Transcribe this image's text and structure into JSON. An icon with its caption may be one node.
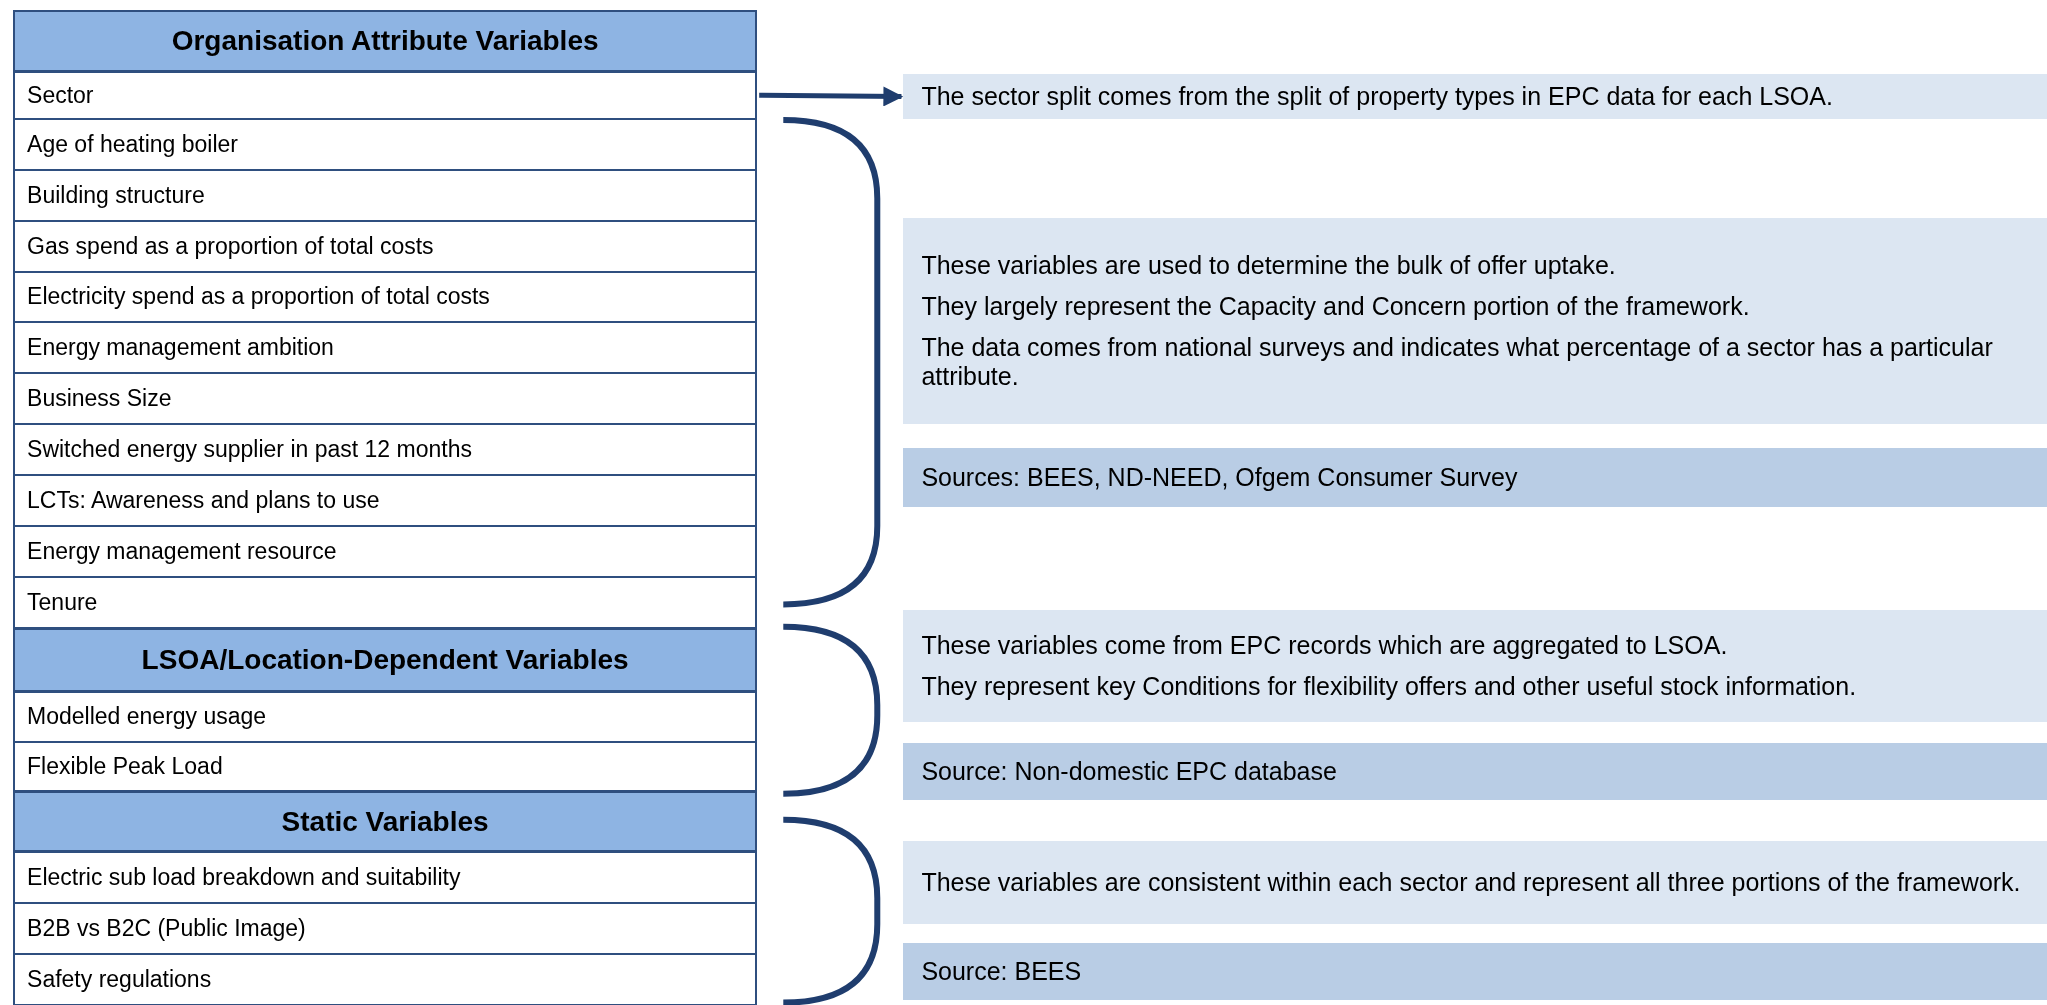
{
  "diagram": {
    "nodes": [
      {
        "text": [
          "Organisation Attribute Variables"
        ]
      },
      {
        "text": [
          "Sector"
        ]
      },
      {
        "text": [
          "Age of heating boiler"
        ]
      },
      {
        "text": [
          "Building structure"
        ]
      },
      {
        "text": [
          "Gas spend as a proportion of total costs"
        ]
      },
      {
        "text": [
          "Electricity spend as a proportion of total costs"
        ]
      },
      {
        "text": [
          "Energy management ambition"
        ]
      },
      {
        "text": [
          "Business Size"
        ]
      },
      {
        "text": [
          "Switched energy supplier in past 12 months"
        ]
      },
      {
        "text": [
          "LCTs: Awareness and plans to use"
        ]
      },
      {
        "text": [
          "Energy management resource"
        ]
      },
      {
        "text": [
          "Tenure"
        ]
      },
      {
        "text": [
          "LSOA/Location-Dependent Variables"
        ]
      },
      {
        "text": [
          "Modelled energy usage"
        ]
      },
      {
        "text": [
          "Flexible Peak Load"
        ]
      },
      {
        "text": [
          "Static Variables"
        ]
      },
      {
        "text": [
          "Electric sub load breakdown and suitability"
        ]
      },
      {
        "text": [
          "B2B vs B2C (Public Image)"
        ]
      },
      {
        "text": [
          "Safety regulations"
        ]
      },
      {
        "text": [
          "The sector split comes from the split of property types in EPC data for each LSOA."
        ]
      },
      {
        "text": [
          "These variables are used to determine the bulk of offer uptake.",
          "They largely represent the Capacity and Concern portion of the framework.",
          "The data comes from national surveys and indicates what percentage of a sector has a particular attribute."
        ]
      },
      {
        "text": [
          "Sources: BEES, ND-NEED, Ofgem Consumer Survey"
        ]
      },
      {
        "text": [
          "These variables come from EPC records which are aggregated to LSOA.",
          "They represent key Conditions for flexibility offers and other useful stock information."
        ]
      },
      {
        "text": [
          "Source: Non-domestic EPC database"
        ]
      },
      {
        "text": [
          "These variables are consistent within each sector and represent all three portions of the framework."
        ]
      },
      {
        "text": [
          "Source: BEES"
        ]
      }
    ],
    "edges": [
      {
        "from": 1,
        "to": 19,
        "arrow": "to"
      }
    ]
  }
}
